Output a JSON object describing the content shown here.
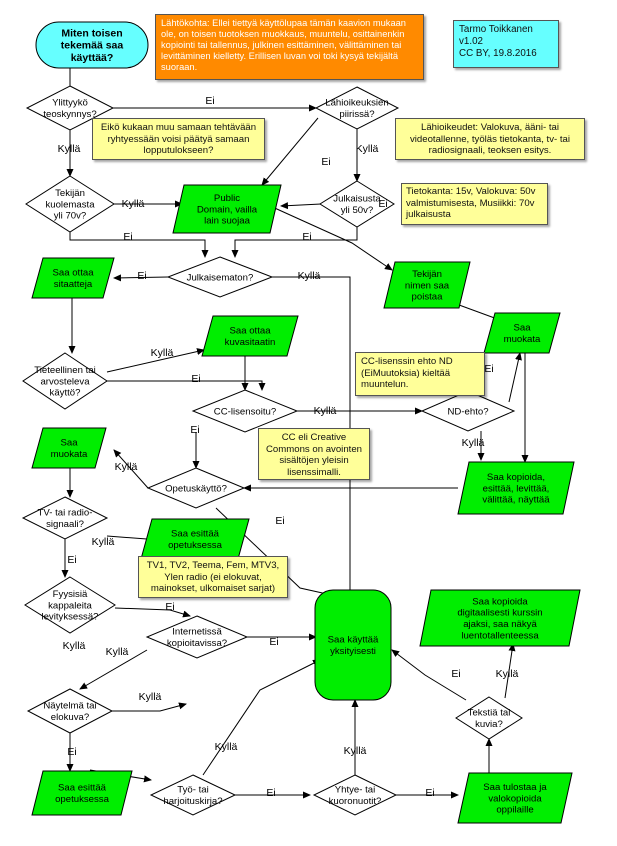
{
  "start": [
    "Miten toisen",
    "tekemää saa",
    "käyttää?"
  ],
  "info": {
    "author": "Tarmo Toikkanen",
    "version": "v1.02",
    "license_date": "CC BY, 19.8.2016"
  },
  "notes": {
    "start_point": "Lähtökohta: Ellei tiettyä käyttölupaa tämän kaavion mukaan ole, on toisen tuotoksen muokkaus, muuntelu, osittainenkin kopiointi tai tallennus, julkinen esittäminen, välittäminen tai levittäminen kielletty. Erillisen luvan voi toki kysyä tekijältä suoraan.",
    "originality": "Eikö kukaan muu samaan tehtävään ryhtyessään voisi päätyä samaan lopputulokseen?",
    "related_rights": "Lähioikeudet: Valokuva, ääni- tai videotallenne, työläs tietokanta, tv- tai radiosignaali, teoksen esitys.",
    "durations": "Tietokanta: 15v, Valokuva: 50v valmistumisesta, Musiikki: 70v julkaisusta",
    "nd": "CC-lisenssin ehto ND (EiMuutoksia) kieltää muuntelun.",
    "cc": "CC eli Creative Commons on avointen sisältöjen yleisin lisenssimalli.",
    "channels": "TV1, TV2, Teema, Fem, MTV3, Ylen radio (ei elokuvat, mainokset, ulkomaiset sarjat)"
  },
  "decisions": {
    "originality": [
      "Ylittyykö",
      "teoskynnys?"
    ],
    "related": [
      "Lähioikeuksien",
      "piirissä?"
    ],
    "author_died": [
      "Tekijän",
      "kuolemasta",
      "yli 70v?"
    ],
    "published_50": [
      "Julkaisusta",
      "yli 50v?"
    ],
    "unpublished": [
      "Julkaisematon?"
    ],
    "scientific": [
      "Tieteellinen tai",
      "arvosteleva",
      "käyttö?"
    ],
    "cc_licensed": [
      "CC-lisensoitu?"
    ],
    "nd_term": [
      "ND-ehto?"
    ],
    "teaching": [
      "Opetuskäyttö?"
    ],
    "tv_radio": [
      "TV- tai radio-",
      "signaali?"
    ],
    "physical": [
      "Fyysisiä",
      "kappaleita",
      "levityksessä?"
    ],
    "internet": [
      "Internetissä",
      "kopioitavissa?"
    ],
    "play_film": [
      "Näytelmä tai",
      "elokuva?"
    ],
    "workbook": [
      "Työ- tai",
      "harjoituskirja?"
    ],
    "choir": [
      "Yhtye- tai",
      "kuoronuotit?"
    ],
    "text_images": [
      "Tekstiä tai",
      "kuvia?"
    ]
  },
  "outcomes": {
    "public_domain": [
      "Public",
      "Domain, vailla",
      "lain suojaa"
    ],
    "quote": [
      "Saa ottaa",
      "sitaatteja"
    ],
    "name_removed": [
      "Tekijän",
      "nimen saa",
      "poistaa"
    ],
    "edit_right": [
      "Saa",
      "muokata"
    ],
    "image_quote": [
      "Saa ottaa",
      "kuvasitaatin"
    ],
    "edit_left": [
      "Saa",
      "muokata"
    ],
    "copy_distribute": [
      "Saa kopioida,",
      "esittää, levittää,",
      "välittää, näyttää"
    ],
    "perform_teaching_mid": [
      "Saa esittää",
      "opetuksessa"
    ],
    "private_use": [
      "Saa käyttää",
      "yksityisesti"
    ],
    "digital_copy": [
      "Saa kopioida",
      "digitaalisesti kurssin",
      "ajaksi, saa näkyä",
      "luentotallenteessa"
    ],
    "perform_teaching_bottom": [
      "Saa esittää",
      "opetuksessa"
    ],
    "print_copy": [
      "Saa tulostaa ja",
      "valokopioida",
      "oppilaille"
    ]
  },
  "edge_labels": {
    "yes": "Kyllä",
    "no": "Ei"
  },
  "colors": {
    "start_fill": "#66ffff",
    "outcome_fill": "#00ee00",
    "note_yellow": "#ffff99",
    "note_orange": "#ff8a00",
    "info_cyan": "#66ffff"
  }
}
